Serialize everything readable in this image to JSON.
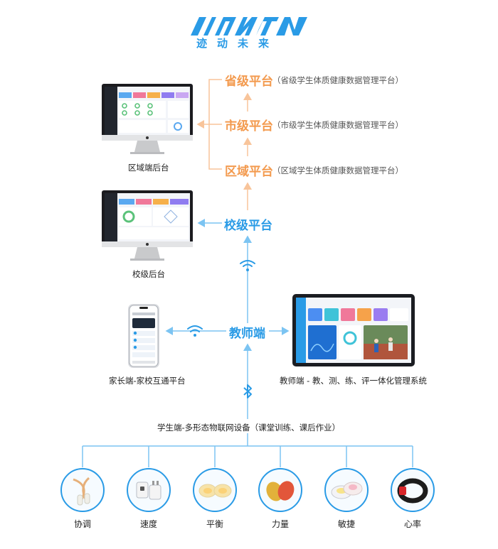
{
  "brand": {
    "logo_text": "迹动未来"
  },
  "tiers": [
    {
      "name": "省级平台",
      "desc": "（省级学生体质健康数据管理平台）"
    },
    {
      "name": "市级平台",
      "desc": "（市级学生体质健康数据管理平台）"
    },
    {
      "name": "区域平台",
      "desc": "（区域学生体质健康数据管理平台）"
    }
  ],
  "school_platform": "校级平台",
  "teacher_node": "教师端",
  "captions": {
    "region_backend": "区域端后台",
    "school_backend": "校级后台",
    "parent_app": "家长端-家校互通平台",
    "teacher_system": "教师端 - 教、测、练、评一体化管理系统",
    "student_devices": "学生端-多形态物联网设备（课堂训练、课后作业）"
  },
  "devices": [
    {
      "label": "协调",
      "icon": "jump-rope-icon"
    },
    {
      "label": "速度",
      "icon": "sensor-plug-icon"
    },
    {
      "label": "平衡",
      "icon": "balance-pads-icon"
    },
    {
      "label": "力量",
      "icon": "strength-eggs-icon"
    },
    {
      "label": "敏捷",
      "icon": "agility-pods-icon"
    },
    {
      "label": "心率",
      "icon": "heart-rate-band-icon"
    }
  ],
  "colors": {
    "blue": "#2a9be6",
    "orange": "#f39a4e",
    "light_orange": "#f8c49a"
  }
}
